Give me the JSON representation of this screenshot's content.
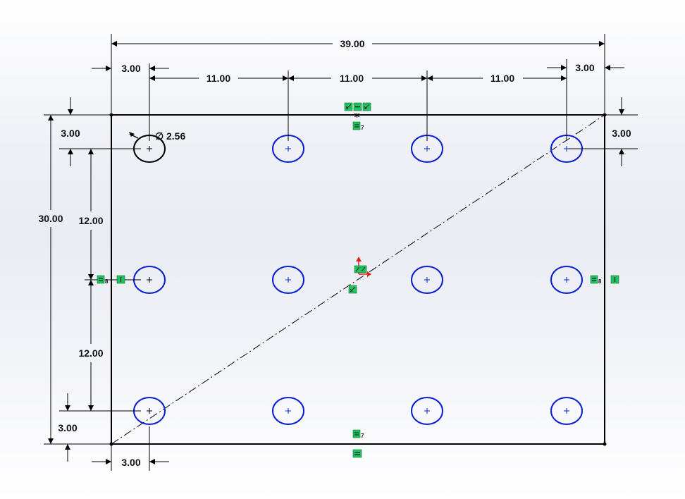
{
  "sketch": {
    "dimensions": {
      "overall_width": "39.00",
      "left_offset_top": "3.00",
      "right_offset_top": "3.00",
      "spacing_1": "11.00",
      "spacing_2": "11.00",
      "spacing_3": "11.00",
      "overall_height": "30.00",
      "top_offset_left": "3.00",
      "top_offset_right": "3.00",
      "vertical_spacing_1": "12.00",
      "vertical_spacing_2": "12.00",
      "bottom_offset": "3.00",
      "bottom_left_offset": "3.00",
      "hole_diameter": "2.56",
      "diameter_symbol": "∅"
    },
    "relation_subscripts": {
      "top_equal": "7",
      "bottom_equal": "7",
      "left_equal": "8",
      "right_equal": "8"
    },
    "colors": {
      "outline": "#000000",
      "construction_line": "#000000",
      "hole_circle": "#0a1fd6",
      "selected_hole": "#000000",
      "relation_badge": "#22c35e",
      "origin_x_arrow": "#e3241b",
      "origin_y_arrow": "#e3241b"
    }
  }
}
